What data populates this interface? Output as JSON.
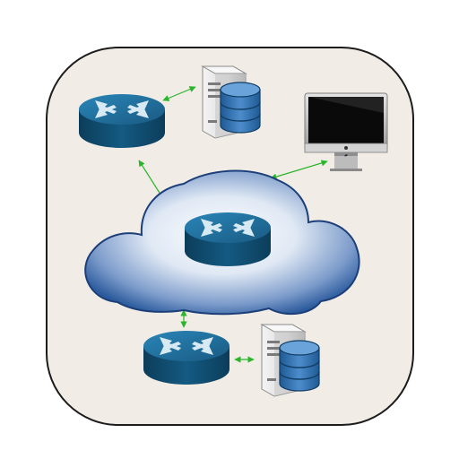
{
  "colors": {
    "background": "#ffffff",
    "panel": "#f1ede6",
    "panel_border": "#1c1c1c",
    "router_top": "#1e6b96",
    "router_side": "#0f4a6b",
    "router_arrows": "#d7e9f3",
    "cloud_fill_inner": "#ffffff",
    "cloud_fill_outer": "#2c5b9d",
    "cloud_stroke": "#1c3f7a",
    "link": "#2bb52b",
    "server_case": "#e6e6e6",
    "database": "#2f6fae",
    "monitor_frame": "#c8c8c8",
    "screen": "#0a0a0a"
  },
  "devices": [
    {
      "name": "router-top-left",
      "icon": "router-icon"
    },
    {
      "name": "server-top",
      "icon": "server-with-database-icon"
    },
    {
      "name": "mac-workstation",
      "icon": "apple-monitor-icon"
    },
    {
      "name": "cloud-core-router",
      "icon": "router-icon"
    },
    {
      "name": "router-bottom",
      "icon": "router-icon"
    },
    {
      "name": "server-bottom",
      "icon": "server-with-database-icon"
    }
  ],
  "connections": [
    {
      "from": "router-top-left",
      "to": "server-top"
    },
    {
      "from": "router-top-left",
      "to": "network-cloud"
    },
    {
      "from": "network-cloud",
      "to": "mac-workstation"
    },
    {
      "from": "network-cloud",
      "to": "router-bottom"
    },
    {
      "from": "router-bottom",
      "to": "server-bottom"
    }
  ]
}
